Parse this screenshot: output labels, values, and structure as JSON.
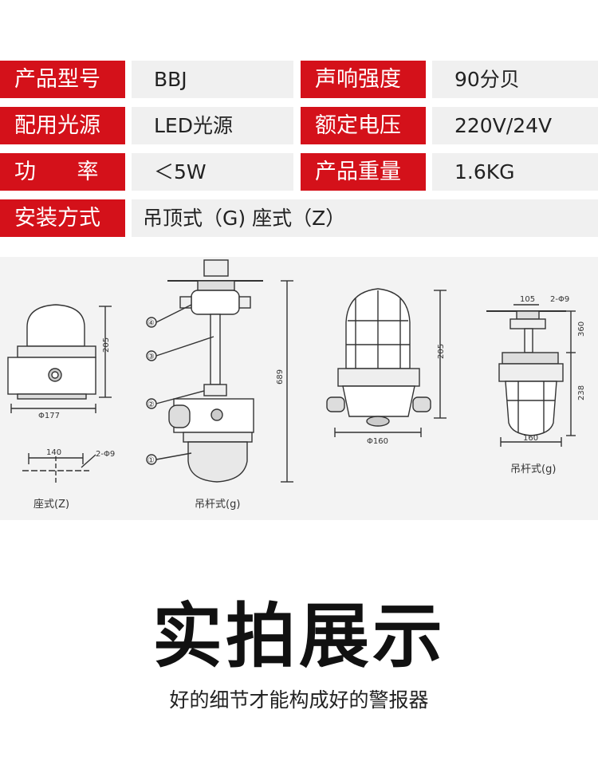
{
  "specs": [
    {
      "label": "产品型号",
      "value": "BBJ",
      "label2": "声响强度",
      "value2": "90分贝"
    },
    {
      "label": "配用光源",
      "value": "LED光源",
      "label2": "额定电压",
      "value2": "220V/24V"
    },
    {
      "label": "功      率",
      "value": "＜5W",
      "label2": "产品重量",
      "value2": "1.6KG"
    },
    {
      "label": "安装方式",
      "value": "吊顶式（G) 座式（Z）"
    }
  ],
  "diagram": {
    "dims": {
      "d177": "Φ177",
      "h205a": "205",
      "d140": "140",
      "holes": "2-Φ9",
      "h689": "689",
      "h205b": "205",
      "d160a": "Φ160",
      "w105": "105",
      "holes2": "2-Φ9",
      "h360": "360",
      "h238": "238",
      "w160": "160"
    },
    "callouts": [
      "④",
      "③",
      "②",
      "①"
    ],
    "captions": {
      "seat": "座式(Z)",
      "pendant1": "吊杆式(g)",
      "pendant2": "吊杆式(g)"
    }
  },
  "section": {
    "title": "实拍展示",
    "subtitle": "好的细节才能构成好的警报器"
  },
  "colors": {
    "label_bg": "#d4111a",
    "value_bg": "#f0f0f0"
  }
}
